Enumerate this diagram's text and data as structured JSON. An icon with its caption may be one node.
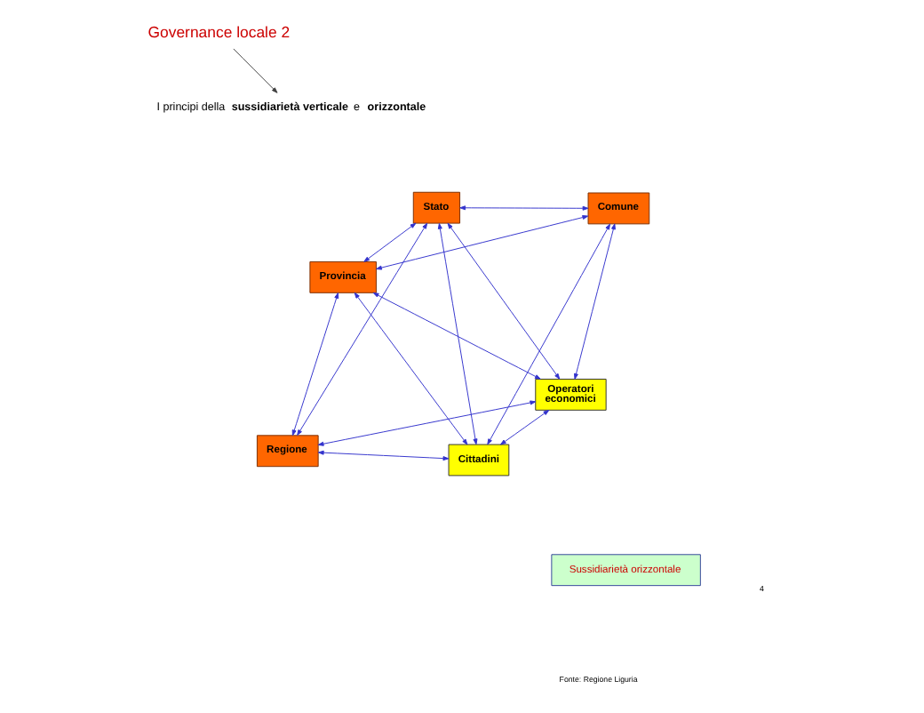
{
  "diagram": {
    "nodes": [
      {
        "text": [
          "Governance locale 2"
        ]
      },
      {
        "text": [
          "I principi della **sussidiarietà verticale** e **orizzontale**"
        ]
      },
      {
        "text": [
          "Provincia"
        ]
      },
      {
        "text": [
          "Stato"
        ]
      },
      {
        "text": [
          "Comune"
        ]
      },
      {
        "text": [
          "Regione"
        ]
      },
      {
        "text": [
          "Cittadini"
        ]
      },
      {
        "text": [
          "Operatori economici"
        ]
      },
      {
        "text": [
          "Sussidiarietà orizzontale"
        ]
      }
    ],
    "edges": [
      {
        "from": 0,
        "to": 1,
        "arrow": "to",
        "color": "#404040"
      },
      {
        "from": 2,
        "to": 3,
        "arrow": "both"
      },
      {
        "from": 2,
        "to": 4,
        "arrow": "both"
      },
      {
        "from": 2,
        "to": 6,
        "arrow": "both"
      },
      {
        "from": 2,
        "to": 5,
        "arrow": "both"
      },
      {
        "from": 2,
        "to": 7,
        "arrow": "both"
      },
      {
        "from": 3,
        "to": 4,
        "arrow": "both"
      },
      {
        "from": 3,
        "to": 6,
        "arrow": "both"
      },
      {
        "from": 3,
        "to": 5,
        "arrow": "both"
      },
      {
        "from": 3,
        "to": 7,
        "arrow": "both"
      },
      {
        "from": 4,
        "to": 6,
        "arrow": "both"
      },
      {
        "from": 4,
        "to": 7,
        "arrow": "both"
      },
      {
        "from": 5,
        "to": 6,
        "arrow": "both"
      },
      {
        "from": 5,
        "to": 7,
        "arrow": "both"
      },
      {
        "from": 6,
        "to": 7,
        "arrow": "both"
      }
    ],
    "labels": [
      "Fonte: Regione Liguria",
      "4"
    ]
  }
}
